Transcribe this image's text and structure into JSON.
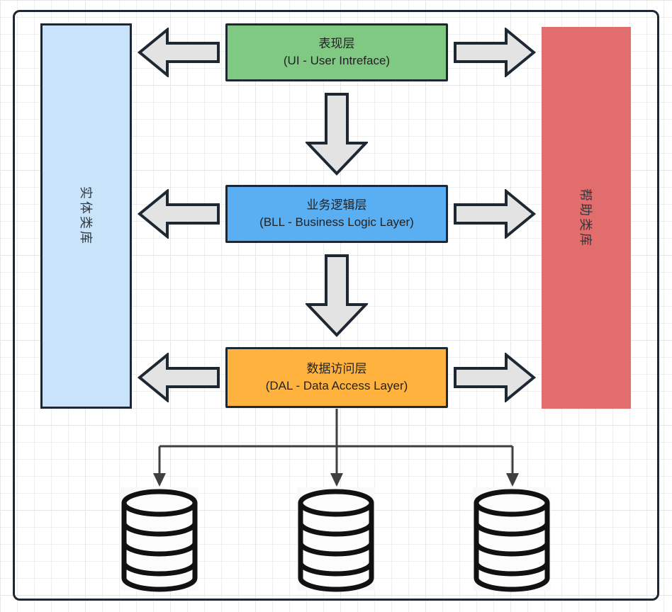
{
  "diagram": {
    "layers": [
      {
        "title": "表现层",
        "subtitle": "(UI - User Intreface)",
        "fill": "#7FC983"
      },
      {
        "title": "业务逻辑层",
        "subtitle": "(BLL - Business Logic Layer)",
        "fill": "#5AAEF2"
      },
      {
        "title": "数据访问层",
        "subtitle": "(DAL - Data Access Layer)",
        "fill": "#FFB23D"
      }
    ],
    "side_columns": [
      {
        "label": "实体类库",
        "fill": "#C9E4FA"
      },
      {
        "label": "帮助类库",
        "fill": "#E26D6D"
      }
    ],
    "databases": [
      {
        "name": "database-cylinder-1"
      },
      {
        "name": "database-cylinder-2"
      },
      {
        "name": "database-cylinder-3"
      }
    ],
    "colors": {
      "box_border": "#1e2833",
      "arrow_fill": "#E3E3E3",
      "arrow_stroke": "#1e2833",
      "connector": "#3f3f3f",
      "cylinder_stroke": "#111111",
      "cylinder_fill": "#fcfcfc",
      "text": "#262626"
    }
  }
}
